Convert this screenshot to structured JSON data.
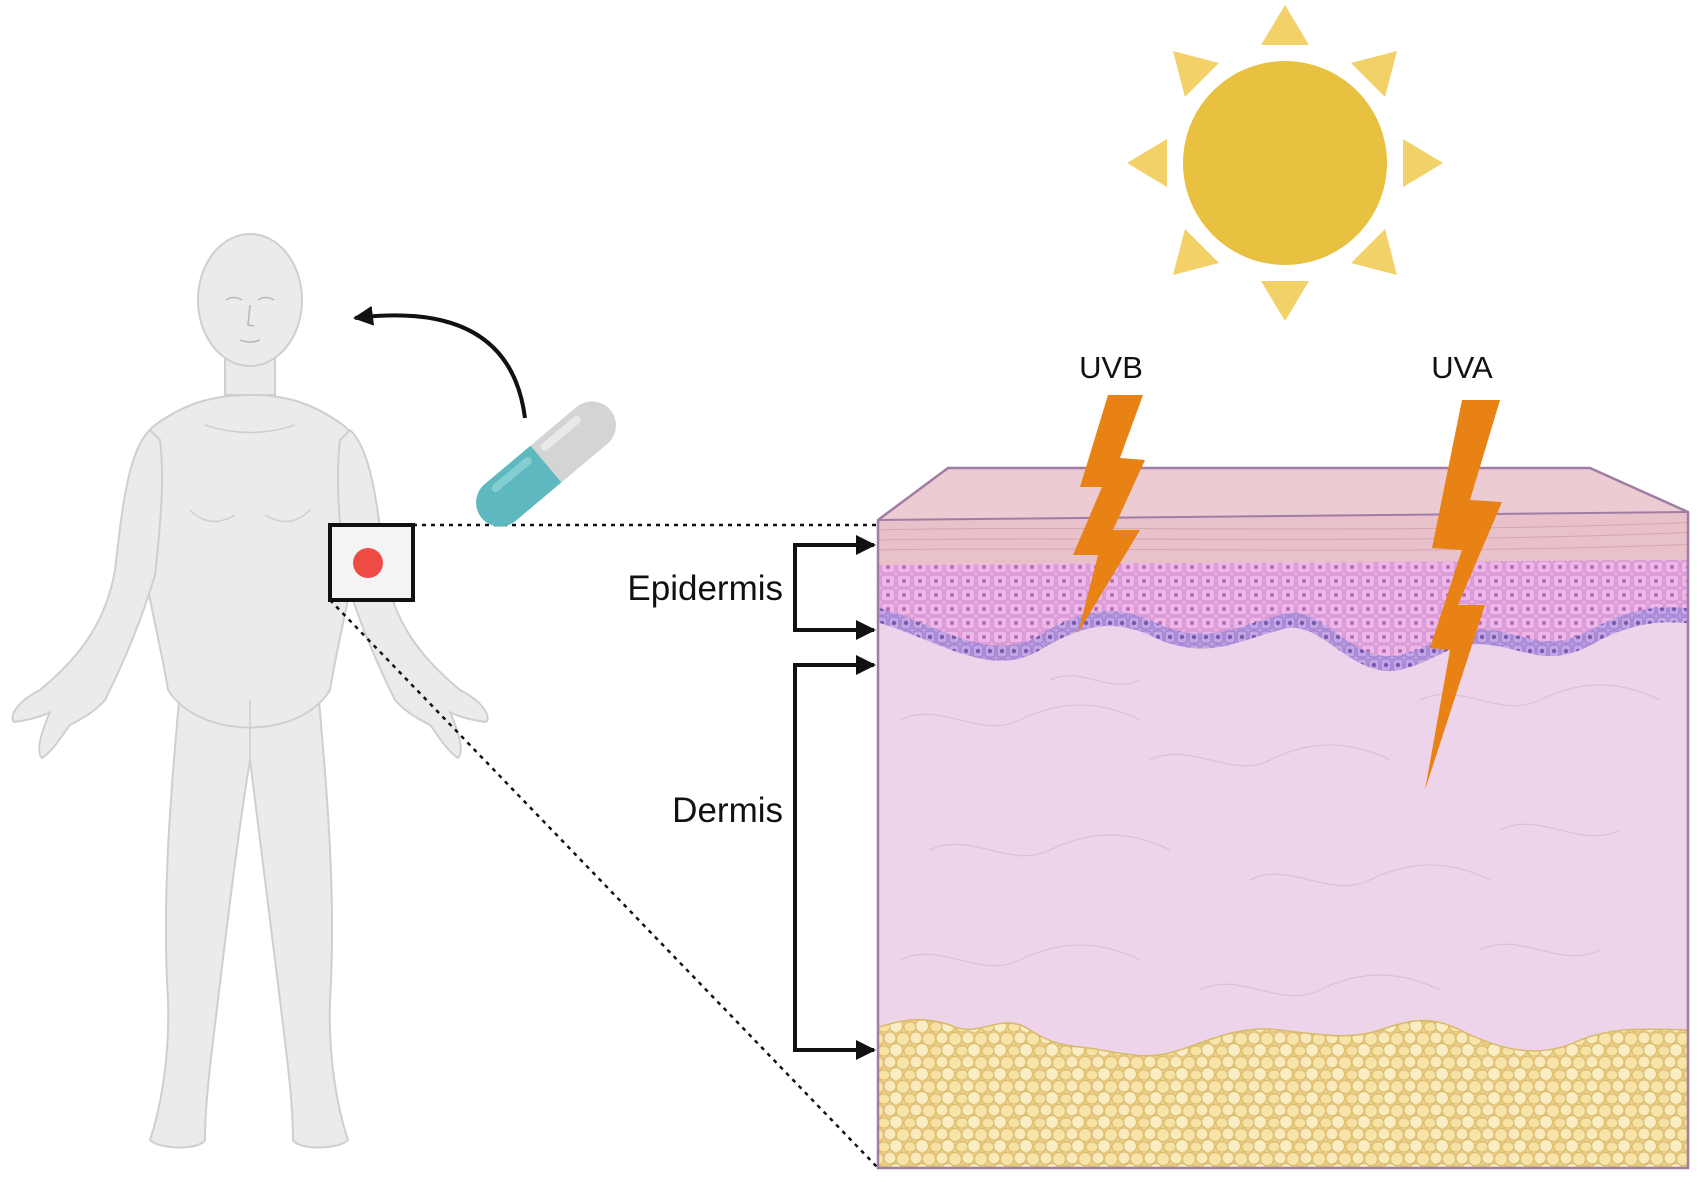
{
  "labels": {
    "uvb": "UVB",
    "uva": "UVA",
    "epidermis": "Epidermis",
    "dermis": "Dermis"
  },
  "colors": {
    "sun": "#E8C140",
    "sun_rays": "#F2D169",
    "lightning": "#E98215",
    "body": "#EBEBEB",
    "body_outline": "#CFCFCF",
    "lesion": "#EE4B45",
    "capsule_teal": "#5DB9BF",
    "capsule_grey": "#D4D4D4",
    "stratum_corneum": "#EBC3CC",
    "epidermis_cells": "#E6A2E0",
    "basal_layer": "#B590DD",
    "dermis": "#EDD4EA",
    "fat_cells": "#F6E3A5",
    "box_outline": "#A07DA3"
  },
  "icons": {
    "sun": "sun-icon",
    "capsule": "capsule-icon",
    "uv_rays": "lightning-bolt-icon",
    "body": "human-body-icon"
  }
}
